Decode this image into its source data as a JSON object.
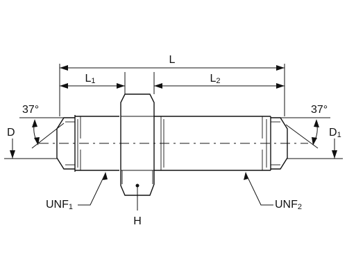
{
  "labels": {
    "overall_length": "L",
    "length_1": {
      "main": "L",
      "sub": "1"
    },
    "length_2": {
      "main": "L",
      "sub": "2"
    },
    "angle_left": "37°",
    "angle_right": "37°",
    "diameter_left": "D",
    "diameter_right": {
      "main": "D",
      "sub": "1"
    },
    "thread_left": {
      "main": "UNF",
      "sub": "1"
    },
    "thread_right": {
      "main": "UNF",
      "sub": "2"
    },
    "hex": "H"
  },
  "colors": {
    "line": "#111111",
    "background": "#ffffff"
  }
}
